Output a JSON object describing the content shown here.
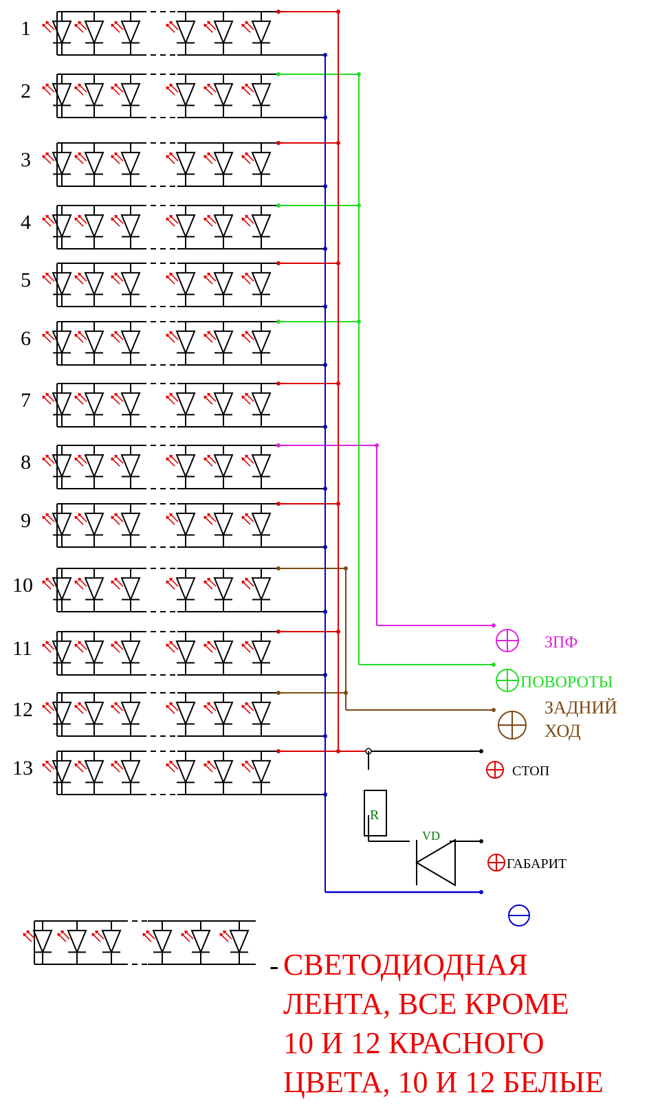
{
  "strips": [
    {
      "label": "1",
      "group": "stop"
    },
    {
      "label": "2",
      "group": "turn"
    },
    {
      "label": "3",
      "group": "stop"
    },
    {
      "label": "4",
      "group": "turn"
    },
    {
      "label": "5",
      "group": "stop"
    },
    {
      "label": "6",
      "group": "turn"
    },
    {
      "label": "7",
      "group": "stop"
    },
    {
      "label": "8",
      "group": "fog"
    },
    {
      "label": "9",
      "group": "stop"
    },
    {
      "label": "10",
      "group": "reverse"
    },
    {
      "label": "11",
      "group": "stop"
    },
    {
      "label": "12",
      "group": "reverse"
    },
    {
      "label": "13",
      "group": "stop"
    }
  ],
  "wire_colors": {
    "stop": "#e00000",
    "turn": "#22dd22",
    "fog": "#dd22dd",
    "reverse": "#7a4a14",
    "ground": "#0000cc",
    "black": "#000000"
  },
  "terminals": {
    "fog_label": "ЗПФ",
    "turn_label": "ПОВОРОТЫ",
    "reverse_label_line1": "ЗАДНИЙ",
    "reverse_label_line2": "ХОД",
    "stop_label": "СТОП",
    "marker_label": "ГАБАРИТ"
  },
  "components": {
    "resistor_label": "R",
    "diode_label": "VD",
    "component_label_color": "#0a7a0a"
  },
  "legend": {
    "dash": "-",
    "lines": [
      "СВЕТОДИОДНАЯ",
      "ЛЕНТА, ВСЕ КРОМЕ",
      "10 И 12 КРАСНОГО",
      "ЦВЕТА, 10 И 12 БЕЛЫЕ"
    ],
    "color": "#ee0000"
  }
}
